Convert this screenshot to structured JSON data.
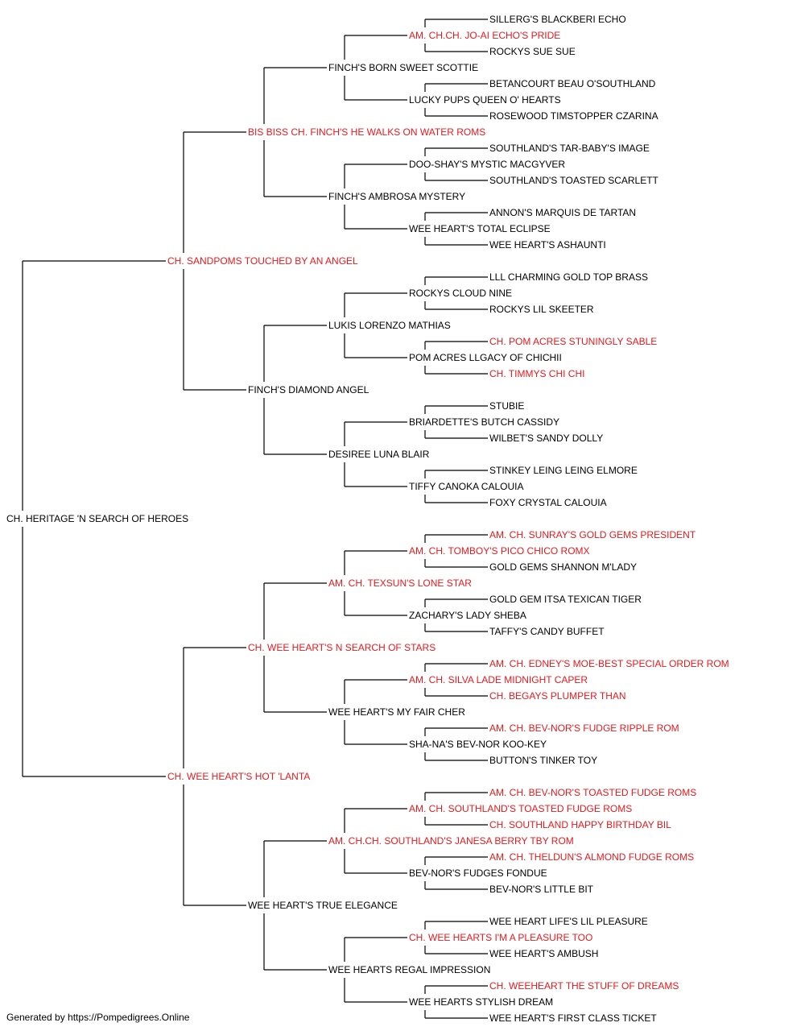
{
  "colors": {
    "titled": "#e8191d",
    "normal": "#000000",
    "line": "#000000"
  },
  "tree": {
    "name": "CH. HERITAGE 'N SEARCH OF HEROES",
    "titled": false,
    "sire": {
      "name": "CH. SANDPOMS TOUCHED BY AN ANGEL",
      "titled": true,
      "sire": {
        "name": "BIS BISS CH. FINCH'S HE WALKS ON WATER ROMS",
        "titled": true,
        "sire": {
          "name": "FINCH'S BORN SWEET SCOTTIE",
          "titled": false,
          "sire": {
            "name": "AM. CH.CH. JO-AI ECHO'S PRIDE",
            "titled": true,
            "sire": {
              "name": "SILLERG'S BLACKBERI ECHO",
              "titled": false
            },
            "dam": {
              "name": "ROCKYS SUE SUE",
              "titled": false
            }
          },
          "dam": {
            "name": "LUCKY PUPS QUEEN O' HEARTS",
            "titled": false,
            "sire": {
              "name": "BETANCOURT BEAU O'SOUTHLAND",
              "titled": false
            },
            "dam": {
              "name": "ROSEWOOD TIMSTOPPER CZARINA",
              "titled": false
            }
          }
        },
        "dam": {
          "name": "FINCH'S AMBROSA MYSTERY",
          "titled": false,
          "sire": {
            "name": "DOO-SHAY'S MYSTIC MACGYVER",
            "titled": false,
            "sire": {
              "name": "SOUTHLAND'S TAR-BABY'S IMAGE",
              "titled": false
            },
            "dam": {
              "name": "SOUTHLAND'S TOASTED SCARLETT",
              "titled": false
            }
          },
          "dam": {
            "name": "WEE HEART'S TOTAL ECLIPSE",
            "titled": false,
            "sire": {
              "name": "ANNON'S MARQUIS DE TARTAN",
              "titled": false
            },
            "dam": {
              "name": "WEE HEART'S ASHAUNTI",
              "titled": false
            }
          }
        }
      },
      "dam": {
        "name": "FINCH'S DIAMOND ANGEL",
        "titled": false,
        "sire": {
          "name": "LUKIS LORENZO MATHIAS",
          "titled": false,
          "sire": {
            "name": "ROCKYS CLOUD NINE",
            "titled": false,
            "sire": {
              "name": "LLL CHARMING GOLD TOP BRASS",
              "titled": false
            },
            "dam": {
              "name": "ROCKYS LIL SKEETER",
              "titled": false
            }
          },
          "dam": {
            "name": "POM ACRES LLGACY OF CHICHII",
            "titled": false,
            "sire": {
              "name": "CH. POM ACRES STUNINGLY SABLE",
              "titled": true
            },
            "dam": {
              "name": "CH. TIMMYS CHI CHI",
              "titled": true
            }
          }
        },
        "dam": {
          "name": "DESIREE LUNA BLAIR",
          "titled": false,
          "sire": {
            "name": "BRIARDETTE'S BUTCH CASSIDY",
            "titled": false,
            "sire": {
              "name": "STUBIE",
              "titled": false
            },
            "dam": {
              "name": "WILBET'S SANDY DOLLY",
              "titled": false
            }
          },
          "dam": {
            "name": "TIFFY CANOKA CALOUIA",
            "titled": false,
            "sire": {
              "name": "STINKEY LEING LEING ELMORE",
              "titled": false
            },
            "dam": {
              "name": "FOXY CRYSTAL CALOUIA",
              "titled": false
            }
          }
        }
      }
    },
    "dam": {
      "name": "CH. WEE HEART'S HOT 'LANTA",
      "titled": true,
      "sire": {
        "name": "CH. WEE HEART'S N SEARCH OF STARS",
        "titled": true,
        "sire": {
          "name": "AM. CH. TEXSUN'S LONE STAR",
          "titled": true,
          "sire": {
            "name": "AM. CH. TOMBOY'S PICO CHICO ROMX",
            "titled": true,
            "sire": {
              "name": "AM. CH. SUNRAY'S GOLD GEMS PRESIDENT",
              "titled": true
            },
            "dam": {
              "name": "GOLD GEMS SHANNON M'LADY",
              "titled": false
            }
          },
          "dam": {
            "name": "ZACHARY'S LADY SHEBA",
            "titled": false,
            "sire": {
              "name": "GOLD GEM ITSA TEXICAN TIGER",
              "titled": false
            },
            "dam": {
              "name": "TAFFY'S CANDY BUFFET",
              "titled": false
            }
          }
        },
        "dam": {
          "name": "WEE HEART'S MY FAIR CHER",
          "titled": false,
          "sire": {
            "name": "AM. CH. SILVA LADE MIDNIGHT CAPER",
            "titled": true,
            "sire": {
              "name": "AM. CH. EDNEY'S MOE-BEST SPECIAL ORDER ROM",
              "titled": true
            },
            "dam": {
              "name": "CH. BEGAYS PLUMPER THAN",
              "titled": true
            }
          },
          "dam": {
            "name": "SHA-NA'S BEV-NOR KOO-KEY",
            "titled": false,
            "sire": {
              "name": "AM. CH. BEV-NOR'S FUDGE RIPPLE ROM",
              "titled": true
            },
            "dam": {
              "name": "BUTTON'S TINKER TOY",
              "titled": false
            }
          }
        }
      },
      "dam": {
        "name": "WEE HEART'S TRUE ELEGANCE",
        "titled": false,
        "sire": {
          "name": "AM. CH.CH. SOUTHLAND'S JANESA BERRY TBY ROM",
          "titled": true,
          "sire": {
            "name": "AM. CH. SOUTHLAND'S TOASTED FUDGE ROMS",
            "titled": true,
            "sire": {
              "name": "AM. CH. BEV-NOR'S TOASTED FUDGE ROMS",
              "titled": true
            },
            "dam": {
              "name": "CH. SOUTHLAND HAPPY BIRTHDAY BIL",
              "titled": true
            }
          },
          "dam": {
            "name": "BEV-NOR'S FUDGES FONDUE",
            "titled": false,
            "sire": {
              "name": "AM. CH. THELDUN'S ALMOND FUDGE ROMS",
              "titled": true
            },
            "dam": {
              "name": "BEV-NOR'S LITTLE BIT",
              "titled": false
            }
          }
        },
        "dam": {
          "name": "WEE HEARTS REGAL IMPRESSION",
          "titled": false,
          "sire": {
            "name": "CH. WEE HEARTS I'M A PLEASURE TOO",
            "titled": true,
            "sire": {
              "name": "WEE HEART LIFE'S LIL PLEASURE",
              "titled": false
            },
            "dam": {
              "name": "WEE HEART'S AMBUSH",
              "titled": false
            }
          },
          "dam": {
            "name": "WEE HEARTS STYLISH DREAM",
            "titled": false,
            "sire": {
              "name": "CH. WEEHEART THE STUFF OF DREAMS",
              "titled": true
            },
            "dam": {
              "name": "WEE HEART'S FIRST CLASS TICKET",
              "titled": false
            }
          }
        }
      }
    }
  },
  "footer": "Generated by https://Pompedigrees.Online"
}
